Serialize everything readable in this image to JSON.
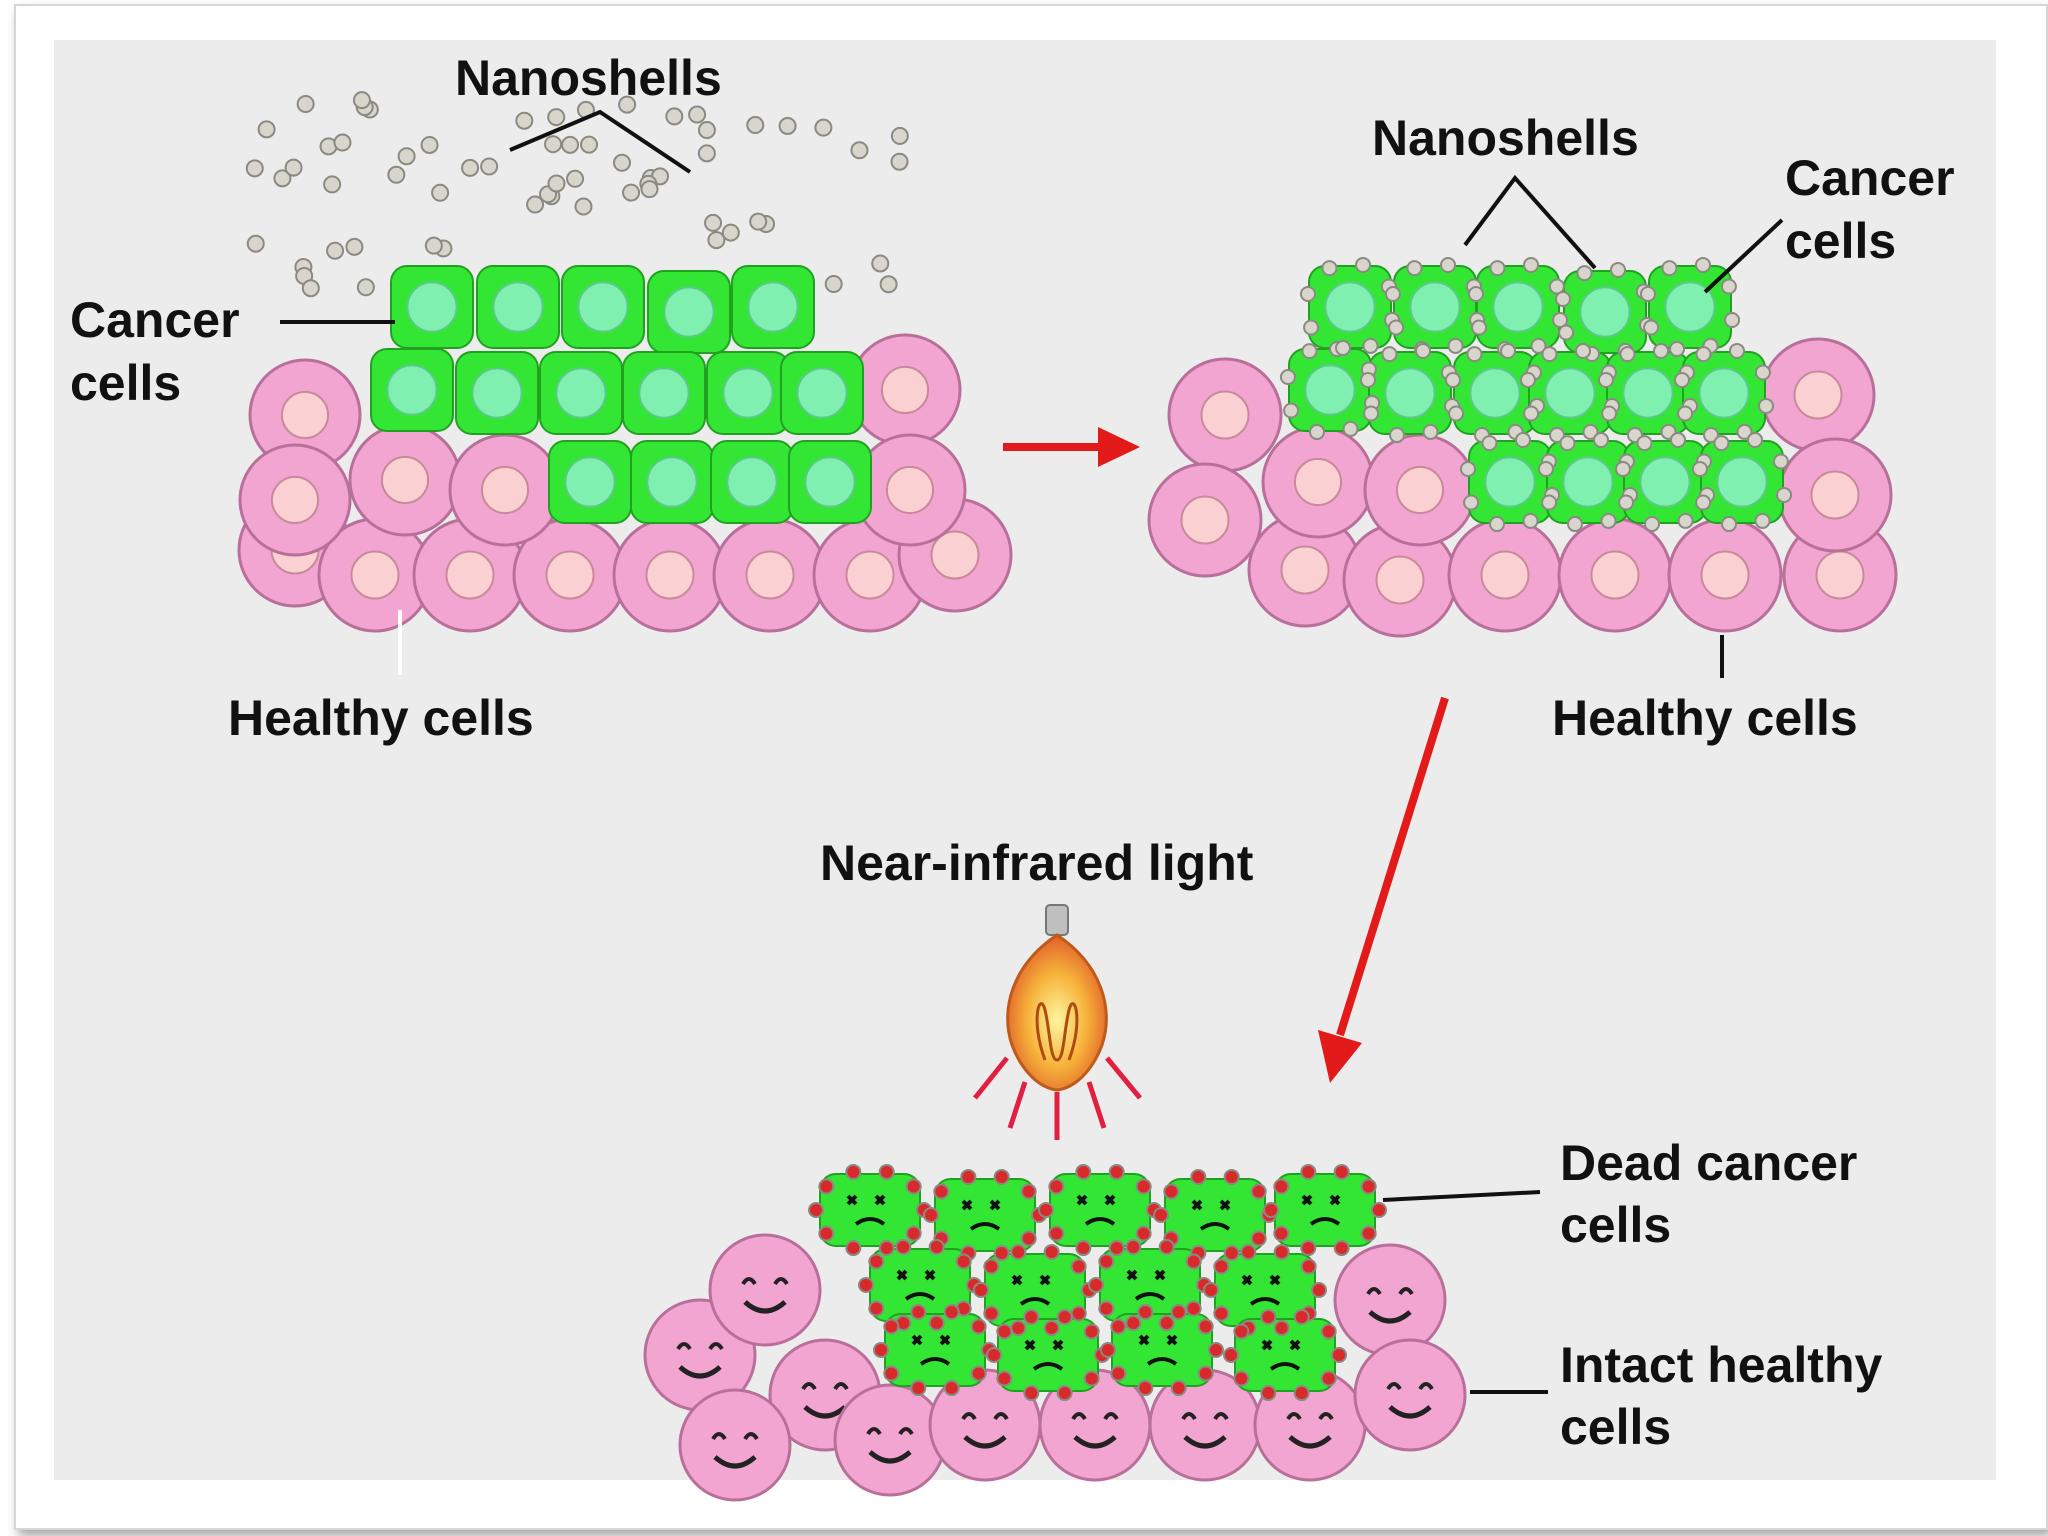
{
  "colors": {
    "background_panel": "#ececec",
    "healthy_cell": "#f3a5d2",
    "healthy_nucleus": "#fbd0d3",
    "cancer_cell": "#33e633",
    "cancer_nucleus": "#80f0b0",
    "nanoshell": "#d8d6cc",
    "nanoshell_heated": "#d82a2a",
    "arrow": "#e31a1a"
  },
  "panel1": {
    "nanoshells_label": "Nanoshells",
    "cancer_label": [
      "Cancer",
      "cells"
    ],
    "healthy_label": "Healthy cells"
  },
  "panel2": {
    "nanoshells_label": "Nanoshells",
    "cancer_label": [
      "Cancer",
      "cells"
    ],
    "healthy_label": "Healthy cells"
  },
  "panel3": {
    "light_label": "Near-infrared light",
    "dead_label": [
      "Dead cancer",
      "cells"
    ],
    "intact_label": [
      "Intact healthy",
      "cells"
    ]
  },
  "icons": [
    "light-bulb-icon",
    "arrow-right-icon",
    "arrow-down-icon"
  ]
}
